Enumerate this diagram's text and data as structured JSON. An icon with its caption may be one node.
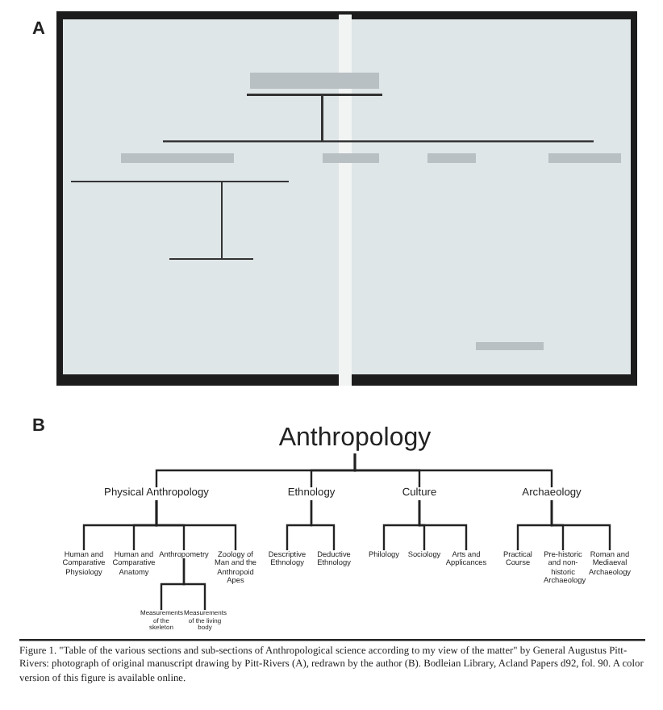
{
  "diagram": {
    "caption": "Figure 1. \"Table of the various sections and sub-sections of Anthropological science according to my view of the matter\" by General Augustus Pitt-Rivers: photograph of original manuscript drawing by Pitt-Rivers (A), redrawn by the author (B). Bodleian Library, Acland Papers d92, fol. 90. A color version of this figure is available online.",
    "nodes": [
      {
        "text": [
          "Anthropology"
        ]
      },
      {
        "text": [
          "Physical Anthropology"
        ]
      },
      {
        "text": [
          "Ethnology"
        ]
      },
      {
        "text": [
          "Culture"
        ]
      },
      {
        "text": [
          "Archaeology"
        ]
      },
      {
        "text": [
          "Human and Comparative Physiology"
        ]
      },
      {
        "text": [
          "Human and Comparative Anatomy"
        ]
      },
      {
        "text": [
          "Anthropometry"
        ]
      },
      {
        "text": [
          "Zoology of Man and the Anthropoid Apes"
        ]
      },
      {
        "text": [
          "Measurements of the skeleton"
        ]
      },
      {
        "text": [
          "Measurements of the living body"
        ]
      },
      {
        "text": [
          "Descriptive Ethnology"
        ]
      },
      {
        "text": [
          "Deductive Ethnology"
        ]
      },
      {
        "text": [
          "Philology"
        ]
      },
      {
        "text": [
          "Sociology"
        ]
      },
      {
        "text": [
          "Arts and Applicances"
        ]
      },
      {
        "text": [
          "Practical Course"
        ]
      },
      {
        "text": [
          "Pre-historic and non-historic Archaeology"
        ]
      },
      {
        "text": [
          "Roman and Mediaeval Archaeology"
        ]
      }
    ],
    "edges": [
      {
        "from": 0,
        "to": 1,
        "arrow": "none"
      },
      {
        "from": 0,
        "to": 2,
        "arrow": "none"
      },
      {
        "from": 0,
        "to": 3,
        "arrow": "none"
      },
      {
        "from": 0,
        "to": 4,
        "arrow": "none"
      },
      {
        "from": 1,
        "to": 5,
        "arrow": "none"
      },
      {
        "from": 1,
        "to": 6,
        "arrow": "none"
      },
      {
        "from": 1,
        "to": 7,
        "arrow": "none"
      },
      {
        "from": 1,
        "to": 8,
        "arrow": "none"
      },
      {
        "from": 7,
        "to": 9,
        "arrow": "none"
      },
      {
        "from": 7,
        "to": 10,
        "arrow": "none"
      },
      {
        "from": 2,
        "to": 11,
        "arrow": "none"
      },
      {
        "from": 2,
        "to": 12,
        "arrow": "none"
      },
      {
        "from": 3,
        "to": 13,
        "arrow": "none"
      },
      {
        "from": 3,
        "to": 14,
        "arrow": "none"
      },
      {
        "from": 3,
        "to": 15,
        "arrow": "none"
      },
      {
        "from": 4,
        "to": 16,
        "arrow": "none"
      },
      {
        "from": 4,
        "to": 17,
        "arrow": "none"
      },
      {
        "from": 4,
        "to": 18,
        "arrow": "none"
      }
    ],
    "labels": [
      "A",
      "B"
    ]
  }
}
